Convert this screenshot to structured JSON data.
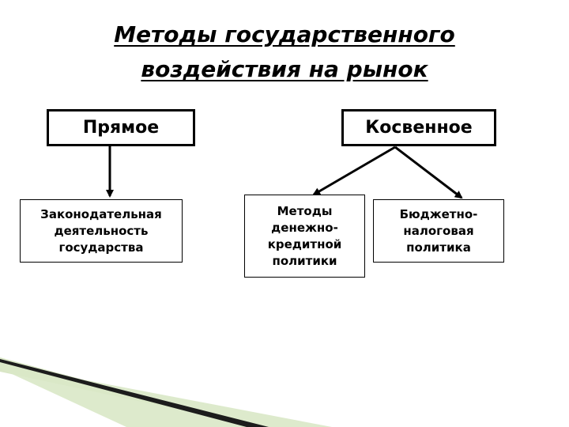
{
  "title": {
    "line1": "Методы государственного",
    "line2": "воздействия на рынок"
  },
  "nodes": {
    "direct": "Прямое",
    "indirect": "Косвенное",
    "legislative": [
      "Законодательная",
      "деятельность",
      "государства"
    ],
    "monetary": [
      "Методы",
      "денежно-",
      "кредитной",
      "политики"
    ],
    "fiscal": [
      "Бюджетно-",
      "налоговая",
      "политика"
    ]
  }
}
